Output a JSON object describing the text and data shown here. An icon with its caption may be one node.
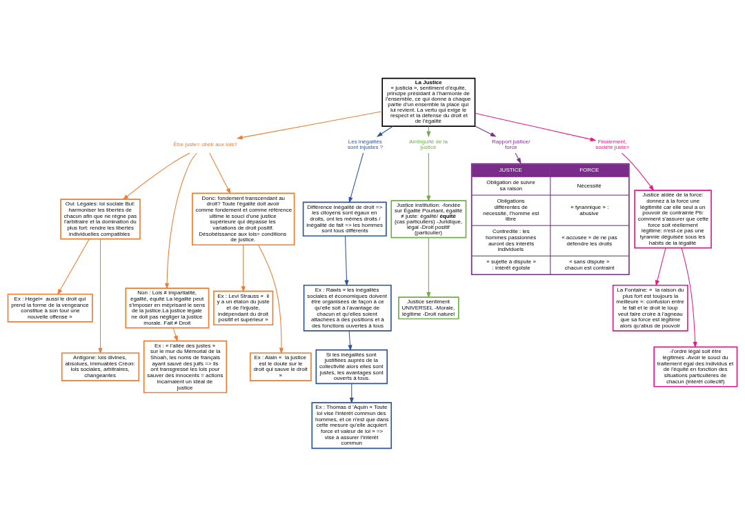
{
  "diagram": {
    "nodes": [
      {
        "text": [
          "La Justice",
          "« justicia », sentiment d’équité, principe présidant à l’harmonie de l’ensemble, ce qui donne à chaque partie d’un ensemble la place qui lui revient. La vertu qui exige le respect et la défense du droit et de l’égalité"
        ]
      },
      {
        "text": [
          "Être juste= obéir aux lois?"
        ]
      },
      {
        "text": [
          "Oui: Légales: loi sociale But: harmoniser les libertés de chacun afin que ne règne pas l'arbitraire et la domination du plus fort: rendre les libertés individuelles compatibles"
        ]
      },
      {
        "text": [
          "Non : Lois ≠ impartialité, égalité, équité La légalité peut s’imposer en méprisant le sens de la justice.La justice légale ne doit pas négliger la justice morale. Fait ≠ Droit"
        ]
      },
      {
        "text": [
          "Ex : Hegel«  aussi le droit qui prend la forme de la vengeance constitue à son tour une nouvelle offense »"
        ]
      },
      {
        "text": [
          "Antigone: lois divines, absolues, immuables Créon: lois sociales, arbitraires, changeantes"
        ]
      },
      {
        "text": [
          "Ex : « l’allée des justes » sur le mur du Mémorial de la Shoah, les noms de français ayant sauvé des juifs => ils ont transgressé les lois pour sauver des innocents = actions incarnaient un idéal de justice"
        ]
      },
      {
        "text": [
          "Donc: fondement transcendant au droit? Toute l'égalité doit avoir comme fondement et comme référence ultime le souci d'une justice supérieure qui dépasse les variations de droit positif. Désobéissance aux lois= conditions de justice."
        ]
      },
      {
        "text": [
          "Ex : Levi Strauss «  il y a un étalon du juste et de l'injuste, indépendant du droit positif et supérieur »"
        ]
      },
      {
        "text": [
          "Ex : Alain «  la justice est le doute sur le droit qui sauve le droit »"
        ]
      },
      {
        "text": [
          "Les inégalités sont injustes ?"
        ]
      },
      {
        "text": [
          "Différence inégalité de droit => les citoyens sont égaux en droits, ont les mêmes droits / inégalité de fait => les hommes sont tous différents"
        ]
      },
      {
        "text": [
          "Ex : Rawls « les inégalités sociales et économiques doivent être organisées de façon à ce qu’elle soit à l’avantage de chacun et qu’elles soient attachées à des positions et à des fonctions ouvertes à tous"
        ]
      },
      {
        "text": [
          "Si les inégalités sont justifiées auprès de la collectivité alors elles sont justes, les avantages sont ouverts à tous."
        ]
      },
      {
        "text": [
          "Ex : Thomas d ’Aquin « Toute loi vise l'intérêt commun des hommes, et ce n'est que dans cette mesure qu'elle acquiert force et valeur de loi » => vise à assurer l’intérêt commun"
        ]
      },
      {
        "text": [
          "Ambiguïté de la justice"
        ]
      },
      {
        "text": [
          "Justice institution: -fondée sur Égalité Pourtant, égalité ≠ juste: égalité/ **équité** (cas particuliers) -Juridique, légal -Droit positif (particulier)"
        ]
      },
      {
        "text": [
          "Justice sentiment UNIVERSEL -Morale, légitime -Droit naturel"
        ]
      },
      {
        "text": [
          "Rapport justice/ force"
        ]
      },
      {
        "text": [
          "JUSTICE",
          "FORCE",
          "Obligation de suivre sa raison",
          "Nécessité",
          "Obligations différentes de nécessité, l’homme est libre",
          "« tyrannique » : abusive",
          "Contredite : les hommes passionnés auront des intérêts individuels",
          "« accusée » de ne pas défendre les droits",
          "« sujette à dispute » : intérêt égoïste",
          "« sans dispute » chacun est contraint"
        ]
      },
      {
        "text": [
          "Finalement, société juste="
        ]
      },
      {
        "text": [
          "Justice aidée de la force: donnez à la force une légitimité car elle seul a un pouvoir de contrainte Pb: comment s'assurer que cette force soit réellement légitime: n'est-ce pas une tyrannie déguisée sous les habits de la légalité"
        ]
      },
      {
        "text": [
          "La Fontaine: «  la raison du plus fort est toujours la meilleure »: confusion entre le fait et le droit le loup veut faire croire à l'agneau que sa force est légitime alors qu’abus de pouvoir"
        ]
      },
      {
        "text": [
          "-l’ordre légal soit être légitimes -Avoir le souci du traitement égal des individus et de l'équité en fonction des situations particulières de chacun (intérêt collectif)"
        ]
      }
    ],
    "edges": [
      {
        "from": 0,
        "to": 1,
        "arrow": "to"
      },
      {
        "from": 1,
        "to": 7,
        "arrow": "to"
      },
      {
        "from": 1,
        "to": 2,
        "arrow": "to"
      },
      {
        "from": 1,
        "to": 3,
        "arrow": "to"
      },
      {
        "from": 2,
        "to": 4,
        "arrow": "to"
      },
      {
        "from": 2,
        "to": 5,
        "arrow": "to"
      },
      {
        "from": 3,
        "to": 6,
        "arrow": "to"
      },
      {
        "from": 7,
        "to": 8,
        "arrow": "to"
      },
      {
        "from": 7,
        "to": 9,
        "arrow": "to"
      },
      {
        "from": 0,
        "to": 10,
        "arrow": "to",
        "color": "#2f5597"
      },
      {
        "from": 10,
        "to": 11,
        "arrow": "to",
        "color": "#2f5597"
      },
      {
        "from": 11,
        "to": 12,
        "arrow": "to",
        "color": "#2f5597"
      },
      {
        "from": 12,
        "to": 13,
        "arrow": "to",
        "color": "#2f5597"
      },
      {
        "from": 13,
        "to": 14,
        "arrow": "to",
        "color": "#2f5597"
      },
      {
        "from": 0,
        "to": 15,
        "arrow": "to",
        "color": "#70ad47"
      },
      {
        "from": 15,
        "to": 16,
        "arrow": "to",
        "color": "#70ad47"
      },
      {
        "from": 16,
        "to": 17,
        "arrow": "to",
        "color": "#70ad47"
      },
      {
        "from": 0,
        "to": 18,
        "arrow": "to",
        "color": "#7b2c8b"
      },
      {
        "from": 18,
        "to": 19,
        "arrow": "to",
        "color": "#7b2c8b"
      },
      {
        "from": 0,
        "to": 20,
        "arrow": "to",
        "color": "#e5198a"
      },
      {
        "from": 20,
        "to": 21,
        "arrow": "to",
        "color": "#e5198a"
      },
      {
        "from": 21,
        "to": 22,
        "arrow": "to",
        "color": "#e5198a"
      },
      {
        "from": 21,
        "to": 23,
        "arrow": "to",
        "color": "#e5198a"
      }
    ]
  }
}
